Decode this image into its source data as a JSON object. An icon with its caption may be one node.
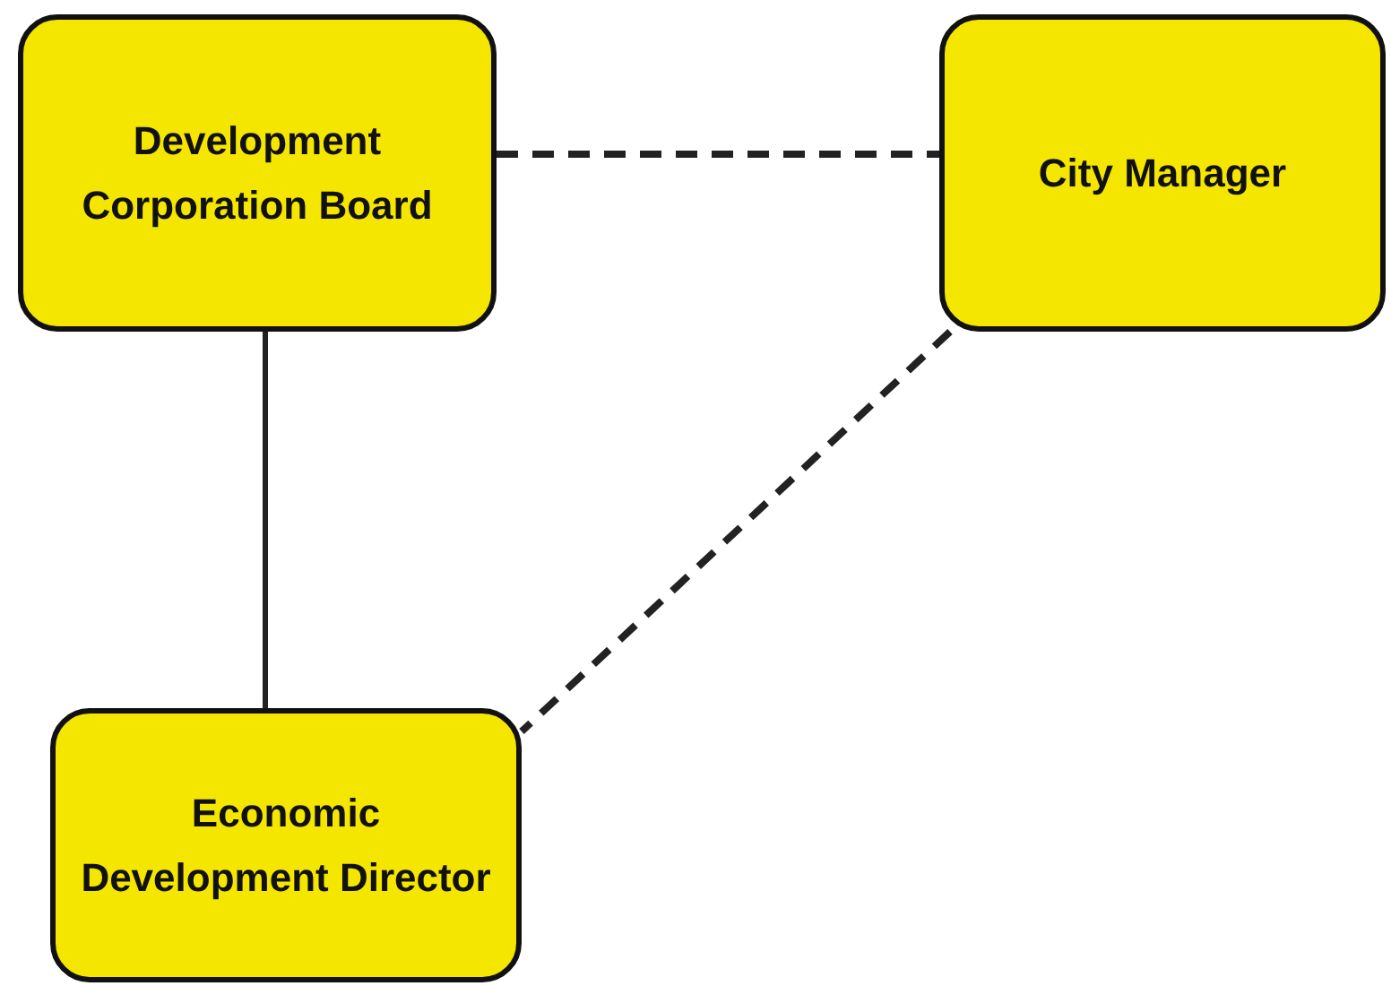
{
  "diagram": {
    "nodes": [
      {
        "text": [
          "Development Corporation Board"
        ]
      },
      {
        "text": [
          "City Manager"
        ]
      },
      {
        "text": [
          "Economic Development Director"
        ]
      }
    ],
    "edges": [
      {
        "from": 0,
        "to": 1,
        "arrow": "none",
        "style": "dashed"
      },
      {
        "from": 0,
        "to": 2,
        "arrow": "none"
      },
      {
        "from": 1,
        "to": 2,
        "arrow": "none",
        "style": "dashed"
      }
    ]
  }
}
